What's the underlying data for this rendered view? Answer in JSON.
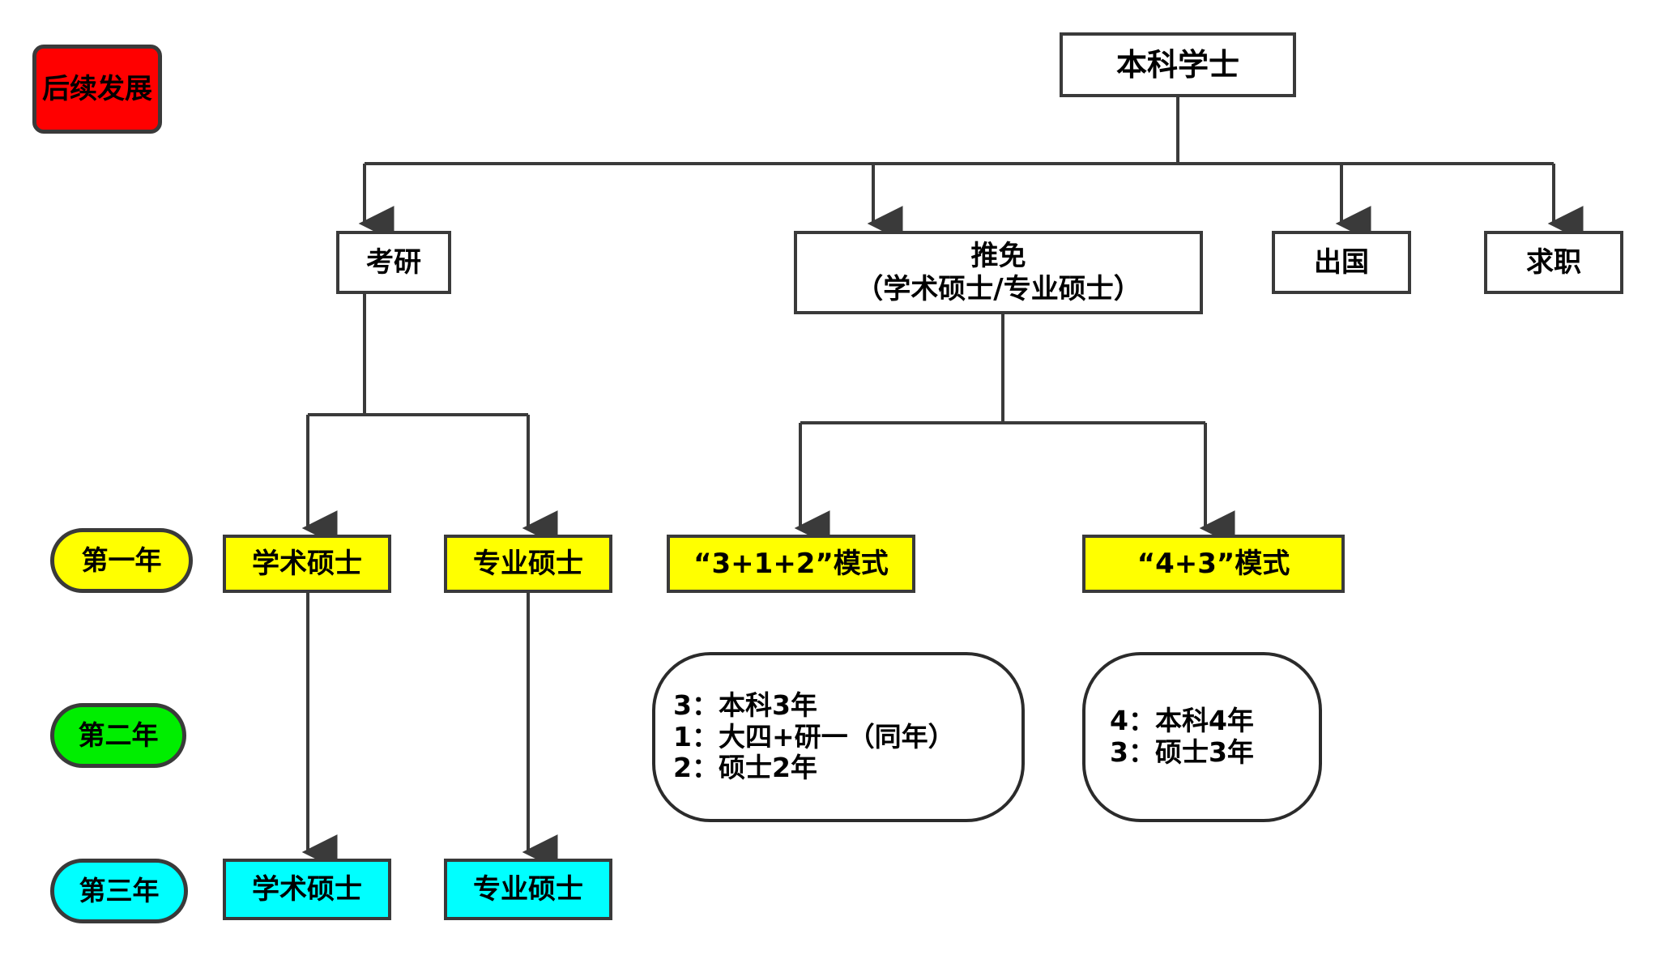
{
  "diagram": {
    "title_badge": {
      "label": "后续发展",
      "color": "#FF0000"
    },
    "colors": {
      "red": "#FF0000",
      "yellow": "#FFFF00",
      "green": "#00EE00",
      "cyan": "#00FFFF",
      "white": "#FFFFFF",
      "stroke": "#3A3A3A"
    },
    "year_labels": [
      {
        "label": "第一年",
        "color": "#FFFF00"
      },
      {
        "label": "第二年",
        "color": "#00EE00"
      },
      {
        "label": "第三年",
        "color": "#00FFFF"
      }
    ],
    "root": {
      "label": "本科学士"
    },
    "paths": [
      {
        "label": "考研"
      },
      {
        "label_line1": "推免",
        "label_line2": "（学术硕士/专业硕士）"
      },
      {
        "label": "出国"
      },
      {
        "label": "求职"
      }
    ],
    "year_one_nodes": [
      {
        "label": "学术硕士",
        "color": "#FFFF00"
      },
      {
        "label": "专业硕士",
        "color": "#FFFF00"
      },
      {
        "label": "“3+1+2”模式",
        "color": "#FFFF00"
      },
      {
        "label": "“4+3”模式",
        "color": "#FFFF00"
      }
    ],
    "notes": [
      {
        "lines": [
          "3：本科3年",
          "1：大四+研一（同年）",
          "2：硕士2年"
        ]
      },
      {
        "lines": [
          "4：本科4年",
          "3：硕士3年"
        ]
      }
    ],
    "year_three_nodes": [
      {
        "label": "学术硕士",
        "color": "#00FFFF"
      },
      {
        "label": "专业硕士",
        "color": "#00FFFF"
      }
    ]
  }
}
